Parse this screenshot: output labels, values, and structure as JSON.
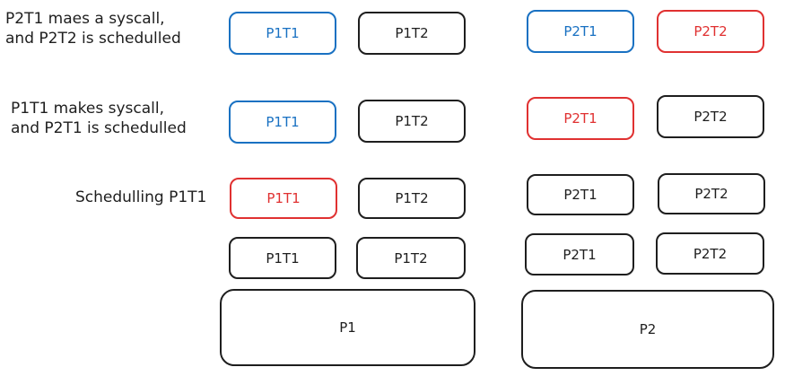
{
  "colors": {
    "stroke": "#1e1e1e",
    "highlight_blue": "#1971c2",
    "highlight_red": "#e03131"
  },
  "captions": {
    "row1": [
      "P2T1 maes a syscall,",
      "and P2T2 is schedulled"
    ],
    "row2": [
      "P1T1 makes syscall,",
      "and P2T1 is schedulled"
    ],
    "row3": [
      "Schedulling P1T1"
    ]
  },
  "processes": {
    "p1": "P1",
    "p2": "P2"
  },
  "base_threads": {
    "p1": [
      "P1T1",
      "P1T2"
    ],
    "p2": [
      "P2T1",
      "P2T2"
    ]
  },
  "rows": [
    {
      "id": "row3",
      "p1": [
        {
          "label": "P1T1",
          "state": "red"
        },
        {
          "label": "P1T2",
          "state": "normal"
        }
      ],
      "p2": [
        {
          "label": "P2T1",
          "state": "normal"
        },
        {
          "label": "P2T2",
          "state": "normal"
        }
      ]
    },
    {
      "id": "row2",
      "p1": [
        {
          "label": "P1T1",
          "state": "blue"
        },
        {
          "label": "P1T2",
          "state": "normal"
        }
      ],
      "p2": [
        {
          "label": "P2T1",
          "state": "red"
        },
        {
          "label": "P2T2",
          "state": "normal"
        }
      ]
    },
    {
      "id": "row1",
      "p1": [
        {
          "label": "P1T1",
          "state": "blue"
        },
        {
          "label": "P1T2",
          "state": "normal"
        }
      ],
      "p2": [
        {
          "label": "P2T1",
          "state": "blue"
        },
        {
          "label": "P2T2",
          "state": "red"
        }
      ]
    }
  ]
}
